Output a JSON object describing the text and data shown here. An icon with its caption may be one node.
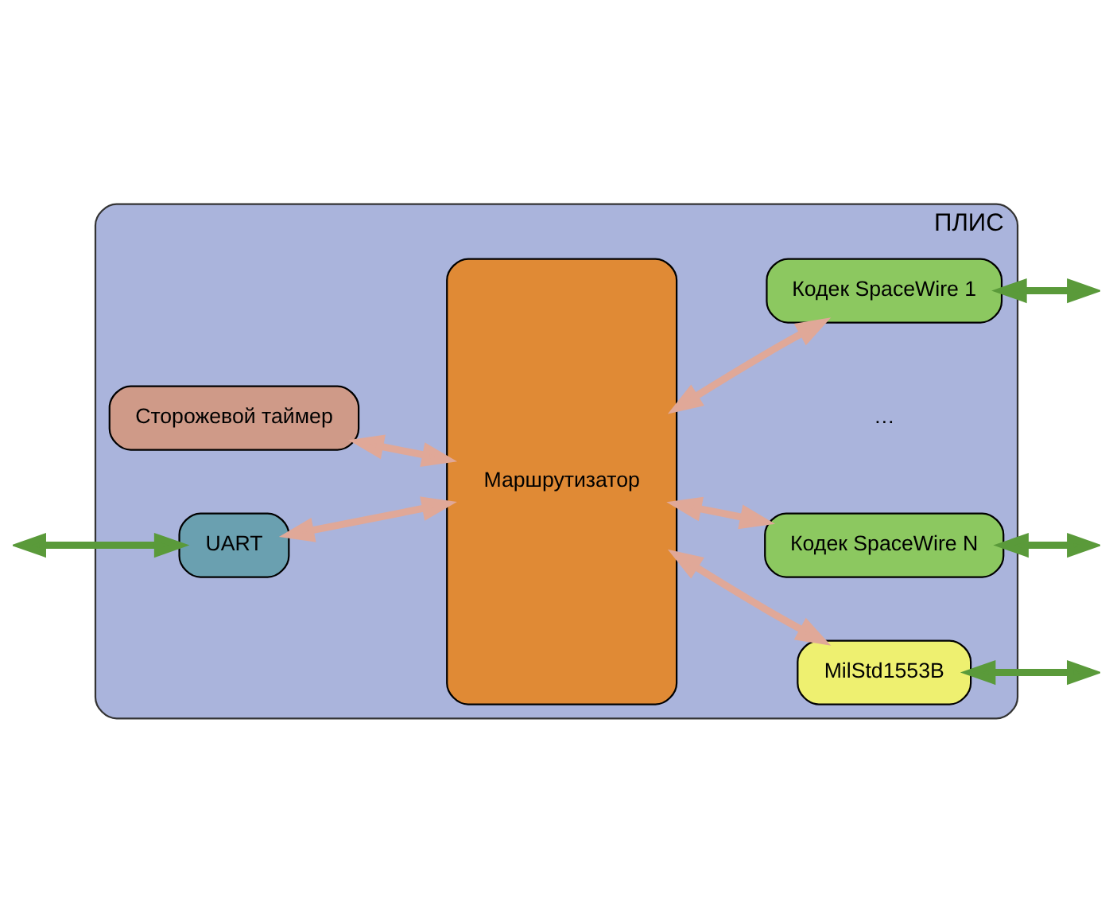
{
  "diagram": {
    "nodes": [
      {
        "text": [
          "ПЛИС"
        ]
      },
      {
        "text": [
          "Сторожевой таймер"
        ],
        "in": 0
      },
      {
        "text": [
          "Маршрутизатор"
        ],
        "in": 0
      },
      {
        "text": [
          "Кодек SpaceWire 1"
        ],
        "in": 0
      },
      {
        "text": [
          "Кодек SpaceWire N"
        ],
        "in": 0
      },
      {
        "text": [
          "UART"
        ],
        "in": 0
      },
      {
        "text": [
          "MilStd1553B"
        ],
        "in": 0
      }
    ],
    "edges": [
      {
        "from": 1,
        "to": 2,
        "arrow": "both"
      },
      {
        "from": 2,
        "to": 3,
        "arrow": "both"
      },
      {
        "from": 2,
        "to": 4,
        "arrow": "both"
      },
      {
        "from": 5,
        "to": 2,
        "arrow": "both"
      },
      {
        "from": 2,
        "to": 6,
        "arrow": "both"
      },
      {
        "from": 3,
        "to": null,
        "arrow": "both",
        "color": "#5a9a3a"
      },
      {
        "from": 4,
        "to": null,
        "arrow": "both",
        "color": "#5a9a3a"
      },
      {
        "from": null,
        "to": 5,
        "arrow": "both",
        "color": "#5a9a3a"
      },
      {
        "from": 6,
        "to": null,
        "arrow": "both",
        "color": "#5a9a3a"
      }
    ],
    "labels": [
      "…"
    ]
  }
}
